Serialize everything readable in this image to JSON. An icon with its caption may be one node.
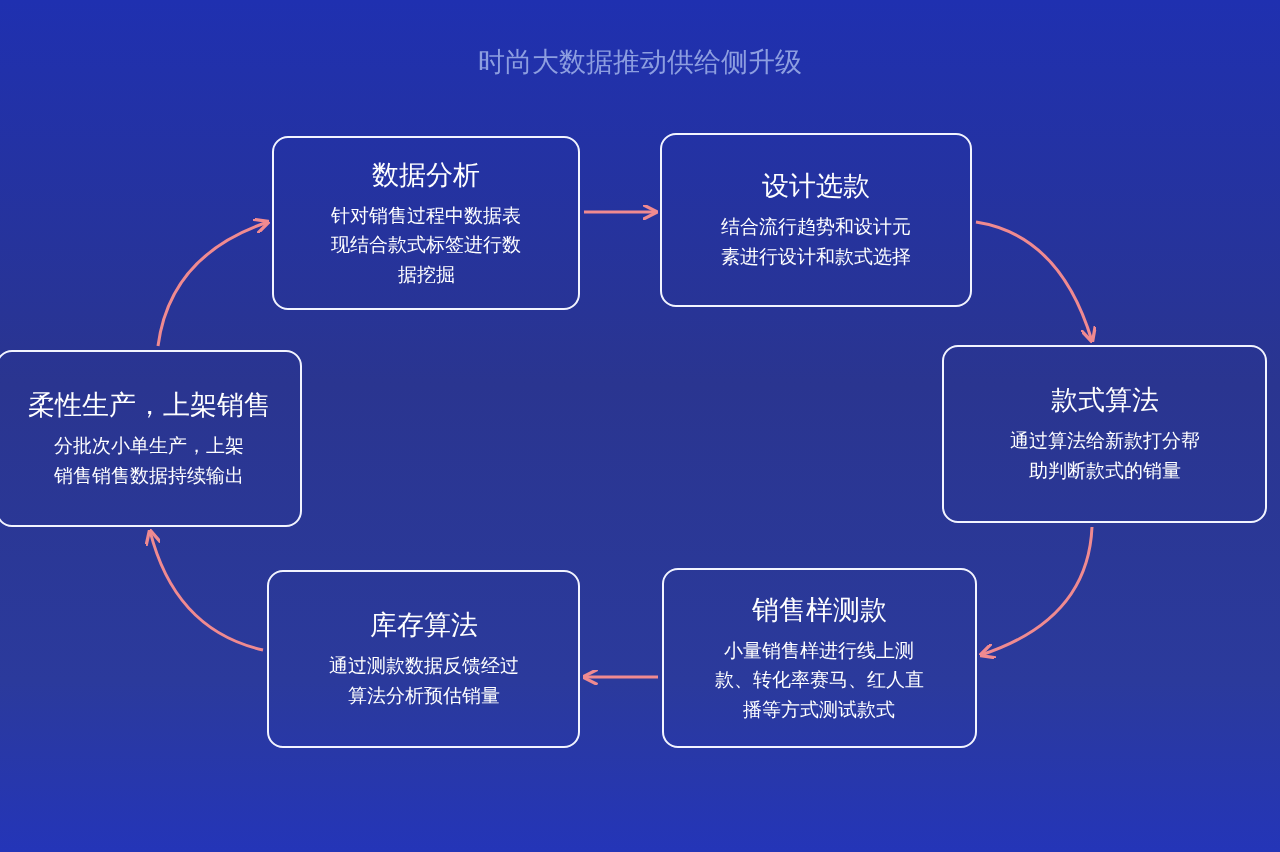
{
  "diagram": {
    "title": "时尚大数据推动供给侧升级",
    "nodes": [
      {
        "text": [
          "数据分析",
          "针对销售过程中数据表现结合款式标签进行数据挖掘"
        ]
      },
      {
        "text": [
          "设计选款",
          "结合流行趋势和设计元素进行设计和款式选择"
        ]
      },
      {
        "text": [
          "柔性生产，上架销售",
          "分批次小单生产，上架销售销售数据持续输出"
        ]
      },
      {
        "text": [
          "款式算法",
          "通过算法给新款打分帮助判断款式的销量"
        ]
      },
      {
        "text": [
          "库存算法",
          "通过测款数据反馈经过算法分析预估销量"
        ]
      },
      {
        "text": [
          "销售样测款",
          "小量销售样进行线上测款、转化率赛马、红人直播等方式测试款式"
        ]
      }
    ],
    "edges": [
      {
        "from": 0,
        "to": 1,
        "arrow": "to"
      },
      {
        "from": 1,
        "to": 3,
        "arrow": "to"
      },
      {
        "from": 3,
        "to": 5,
        "arrow": "to"
      },
      {
        "from": 5,
        "to": 4,
        "arrow": "to"
      },
      {
        "from": 4,
        "to": 2,
        "arrow": "to"
      },
      {
        "from": 2,
        "to": 0,
        "arrow": "to"
      }
    ]
  }
}
